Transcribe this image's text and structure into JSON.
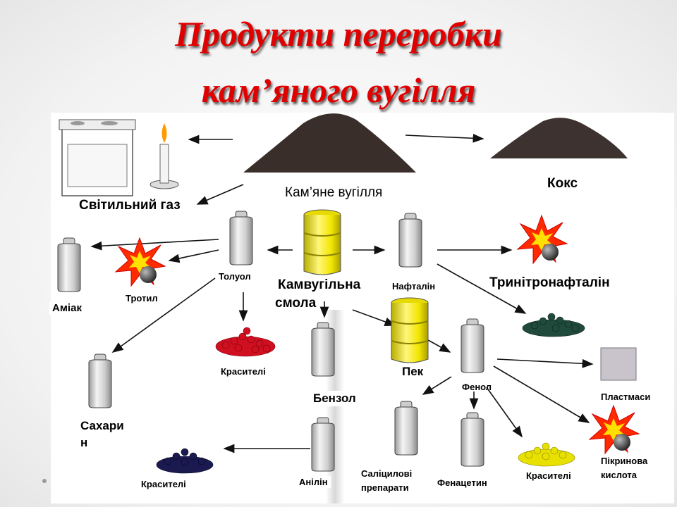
{
  "title": {
    "line1": "Продукти переробки",
    "line2": "кам’яного вугілля"
  },
  "labels": {
    "coal": "Кам’яне вугілля",
    "coke": "Кокс",
    "lighting_gas": "Світильний газ",
    "ammonia": "Аміак",
    "trotyl": "Тротил",
    "toluene": "Толуол",
    "coal_tar_l1": "Камвугільна",
    "coal_tar_l2": "смола",
    "naphthalene": "Нафталін",
    "trinitronaphthalene": "Тринітронафталін",
    "dyes_toluene": "Красителі",
    "pitch": "Пек",
    "phenol": "Фенол",
    "plastics": "Пластмаси",
    "benzene": "Бензол",
    "saccharin_l1": "Сахари",
    "saccharin_l2": "н",
    "salicyl_l1": "Саліцилові",
    "salicyl_l2": "препарати",
    "phenacetin": "Фенацетин",
    "dyes_phenol": "Красителі",
    "picric_l1": "Пікринова",
    "picric_l2": "кислота",
    "dyes_aniline": "Красителі",
    "aniline": "Анілін"
  },
  "colors": {
    "title": "#e00000",
    "coal": "#3a2e2a",
    "yellow_barrel": "#f2e600",
    "red_dye": "#d01020",
    "green_dye": "#1f4a3c",
    "blue_dye": "#1a1a50",
    "yellow_dye": "#e8e000",
    "explosion": "#ff2a00"
  }
}
